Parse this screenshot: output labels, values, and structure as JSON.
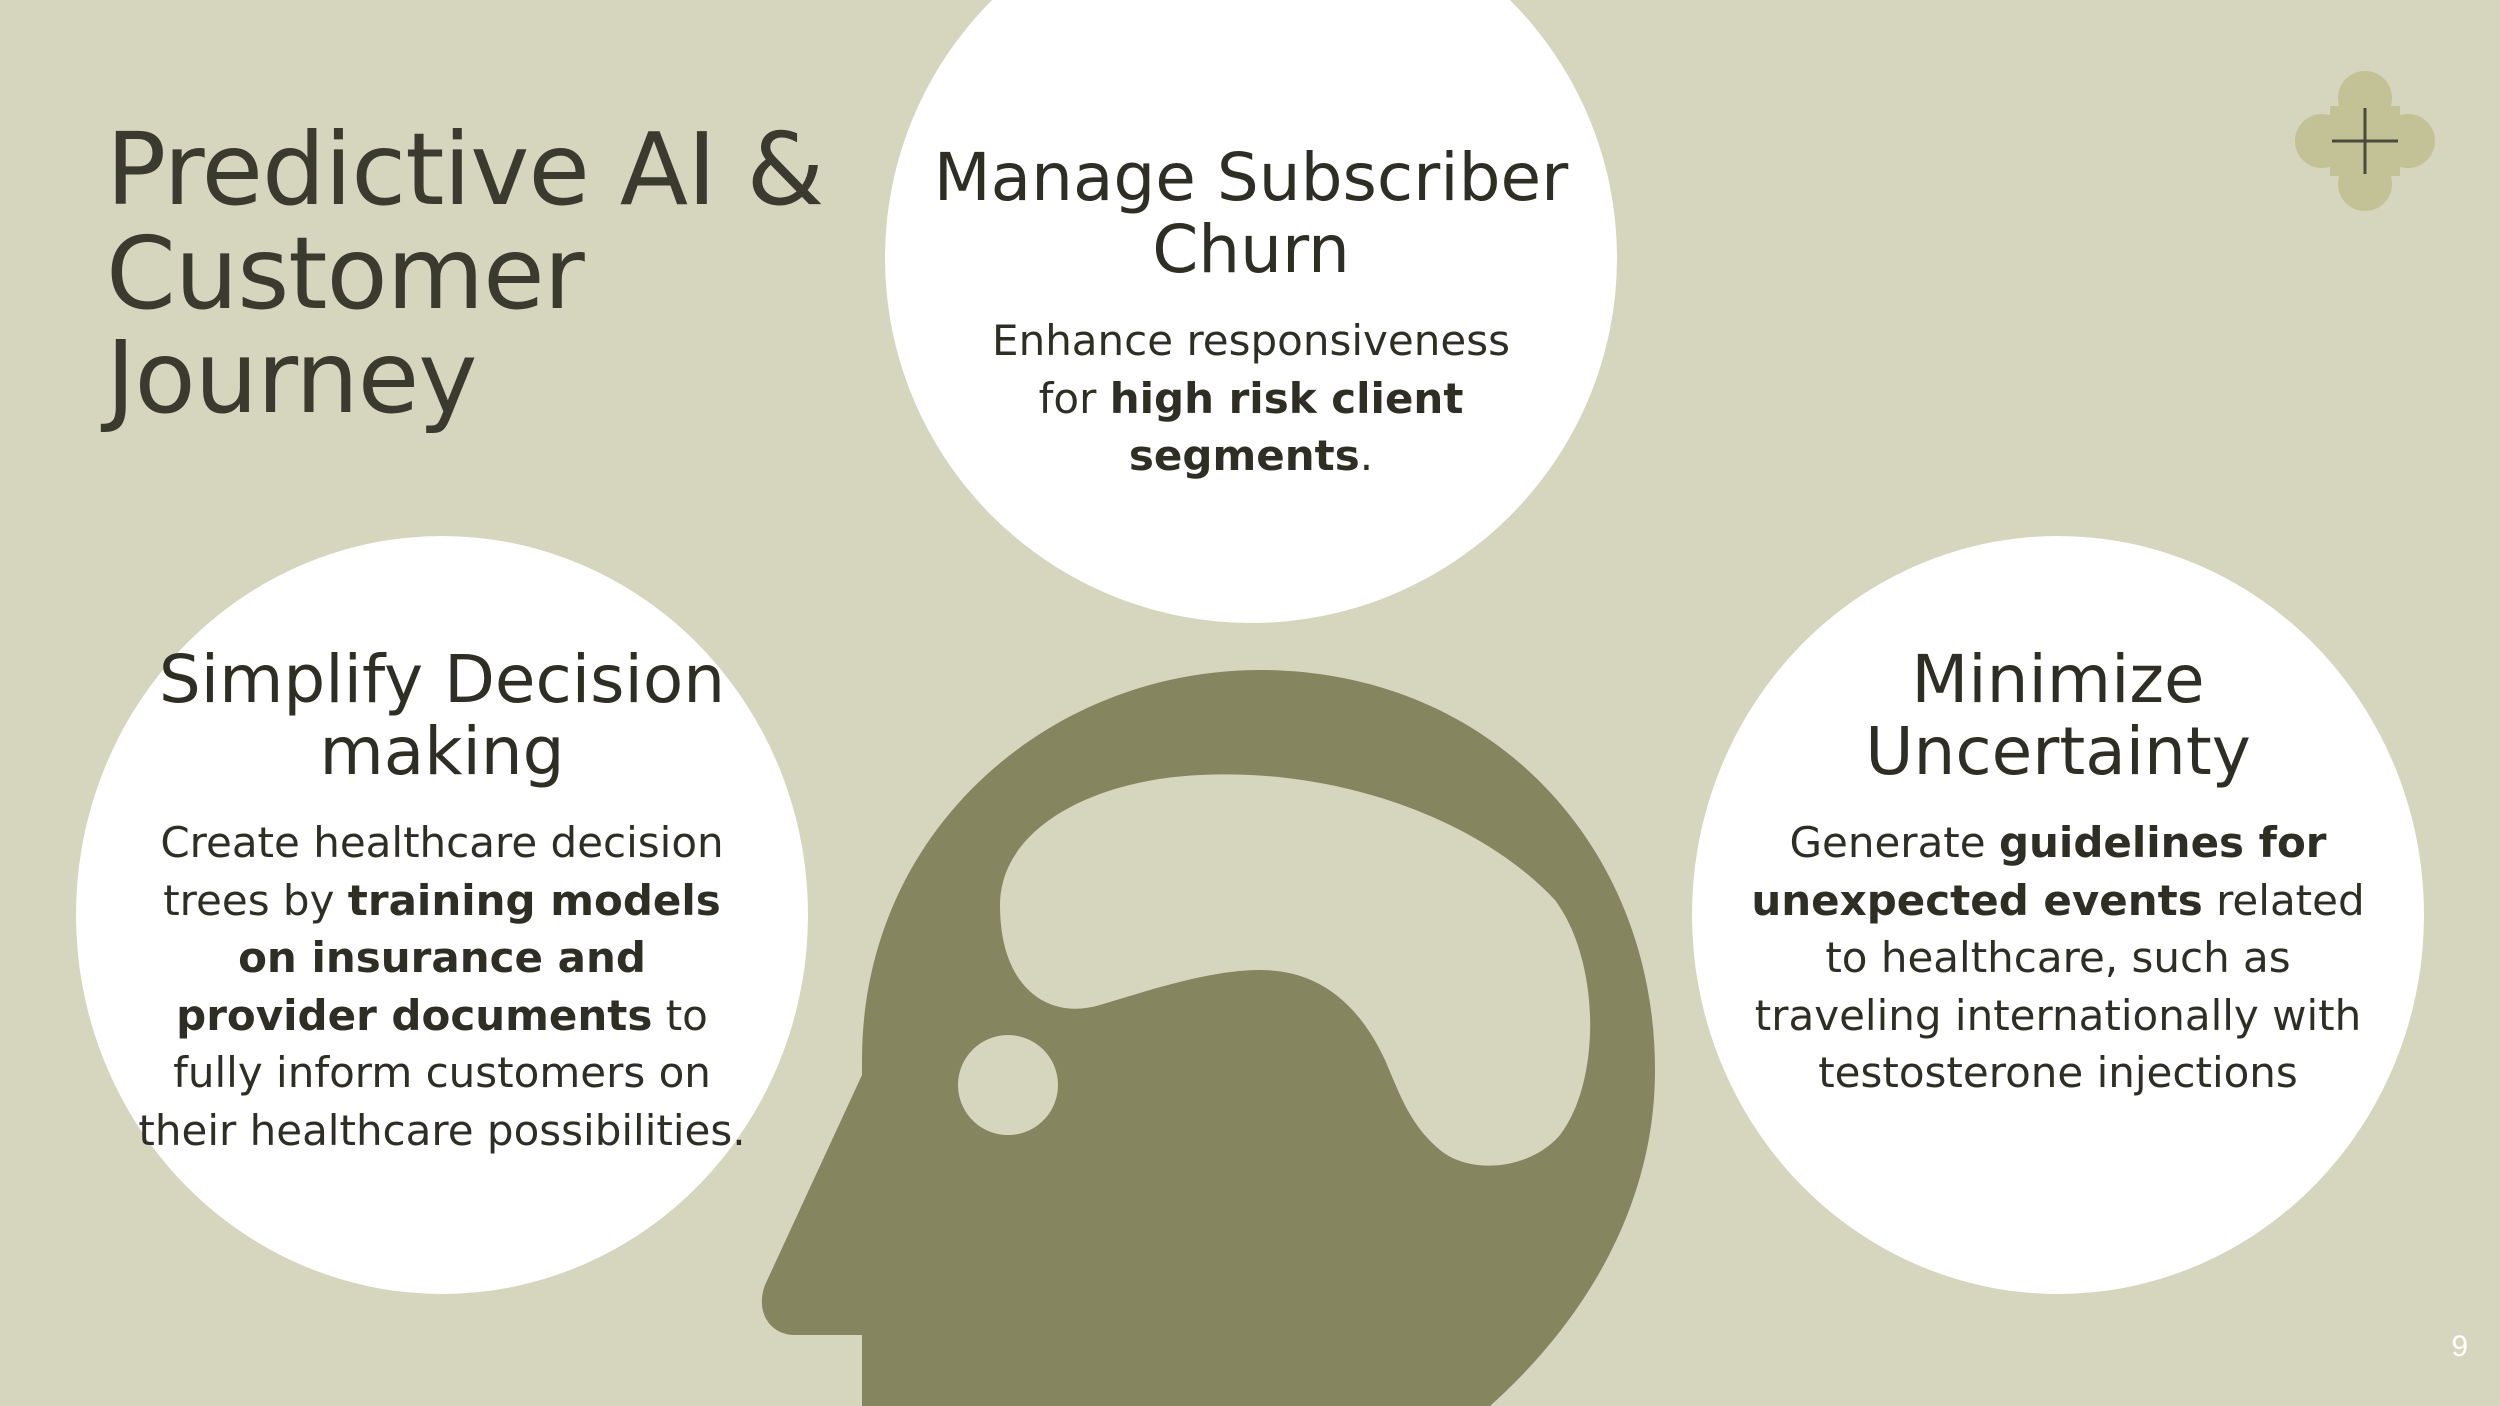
{
  "slide": {
    "title": "Predictive AI & Customer Journey",
    "page_number": "9"
  },
  "cards": {
    "churn": {
      "heading": "Manage Subscriber Churn",
      "text_1": "Enhance responsiveness for ",
      "text_bold_1": "high risk client segments",
      "text_2": "."
    },
    "decision": {
      "heading": "Simplify Decision making",
      "text_1": "Create healthcare decision trees by ",
      "text_bold_1": "training models on insurance and provider documents",
      "text_2": " to fully inform customers on their healthcare possibilities."
    },
    "uncertainty": {
      "heading": "Minimize Uncertainty",
      "text_1": "Generate ",
      "text_bold_1": "guidelines for unexpected events",
      "text_2": " related to healthcare, such as traveling internationally with testosterone injections"
    }
  },
  "icons": {
    "head": "head-silhouette-icon",
    "clover": "clover-plus-icon"
  },
  "colors": {
    "background": "#d6d5bd",
    "head": "#85855f",
    "clover": "#c3c196",
    "text": "#2e2e25"
  }
}
